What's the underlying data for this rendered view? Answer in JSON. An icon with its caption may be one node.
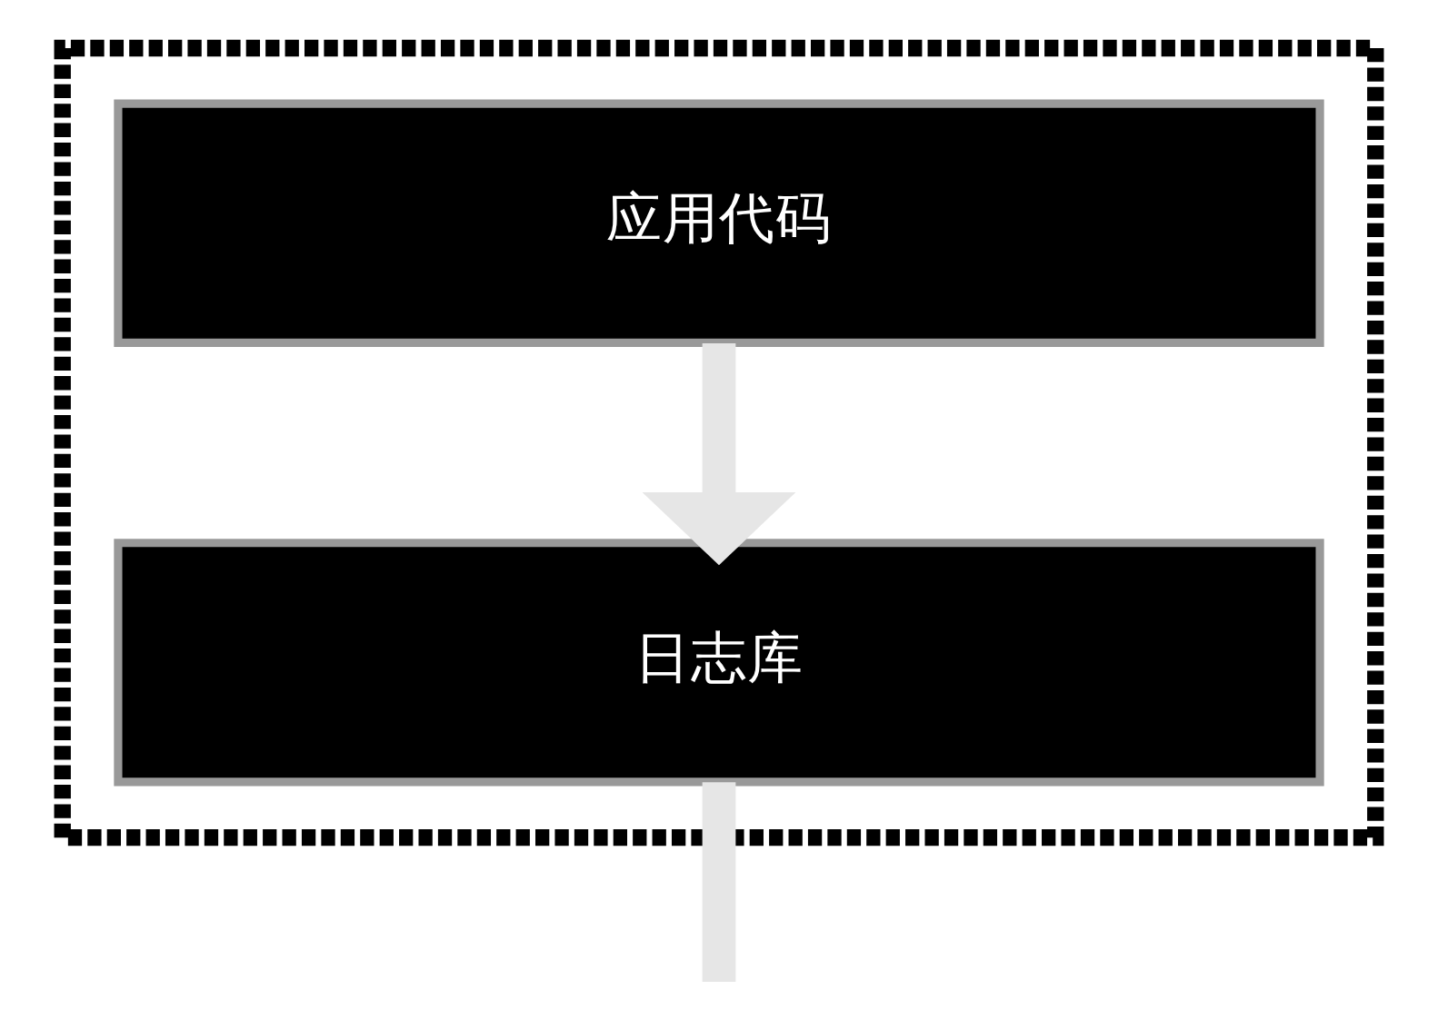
{
  "diagram": {
    "nodes": [
      {
        "text": [],
        "shape": "box"
      },
      {
        "text": [
          "应用代码"
        ],
        "in": 0
      },
      {
        "text": [
          "日志库"
        ],
        "in": 0
      }
    ],
    "edges": [
      {
        "from": 1,
        "to": 2,
        "arrow": "to"
      },
      {
        "from": 2,
        "to": null,
        "arrow": "none"
      }
    ]
  }
}
